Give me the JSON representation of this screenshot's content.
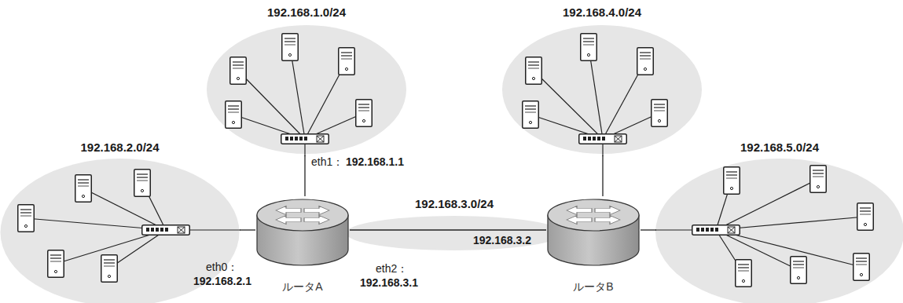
{
  "diagram": {
    "nodes": [
      {
        "text": [
          "192.168.1.0/24"
        ]
      },
      {
        "text": [
          "192.168.4.0/24"
        ]
      },
      {
        "text": [
          "192.168.2.0/24"
        ]
      },
      {
        "text": [
          "192.168.5.0/24"
        ]
      },
      {
        "text": [
          "192.168.3.0/24"
        ]
      },
      {
        "text": [
          "ルータA"
        ]
      },
      {
        "text": [
          "ルータB"
        ]
      }
    ],
    "edges": [
      {
        "from": 5,
        "to": 0,
        "arrow": "none"
      },
      {
        "from": 5,
        "to": 2,
        "arrow": "none"
      },
      {
        "from": 5,
        "to": 6,
        "arrow": "none"
      },
      {
        "from": 6,
        "to": 1,
        "arrow": "none"
      },
      {
        "from": 6,
        "to": 3,
        "arrow": "none"
      }
    ],
    "labels": [
      "eth1：",
      "192.168.1.1",
      "eth0：",
      "192.168.2.1",
      "eth2：",
      "192.168.3.1",
      "192.168.3.2"
    ]
  }
}
